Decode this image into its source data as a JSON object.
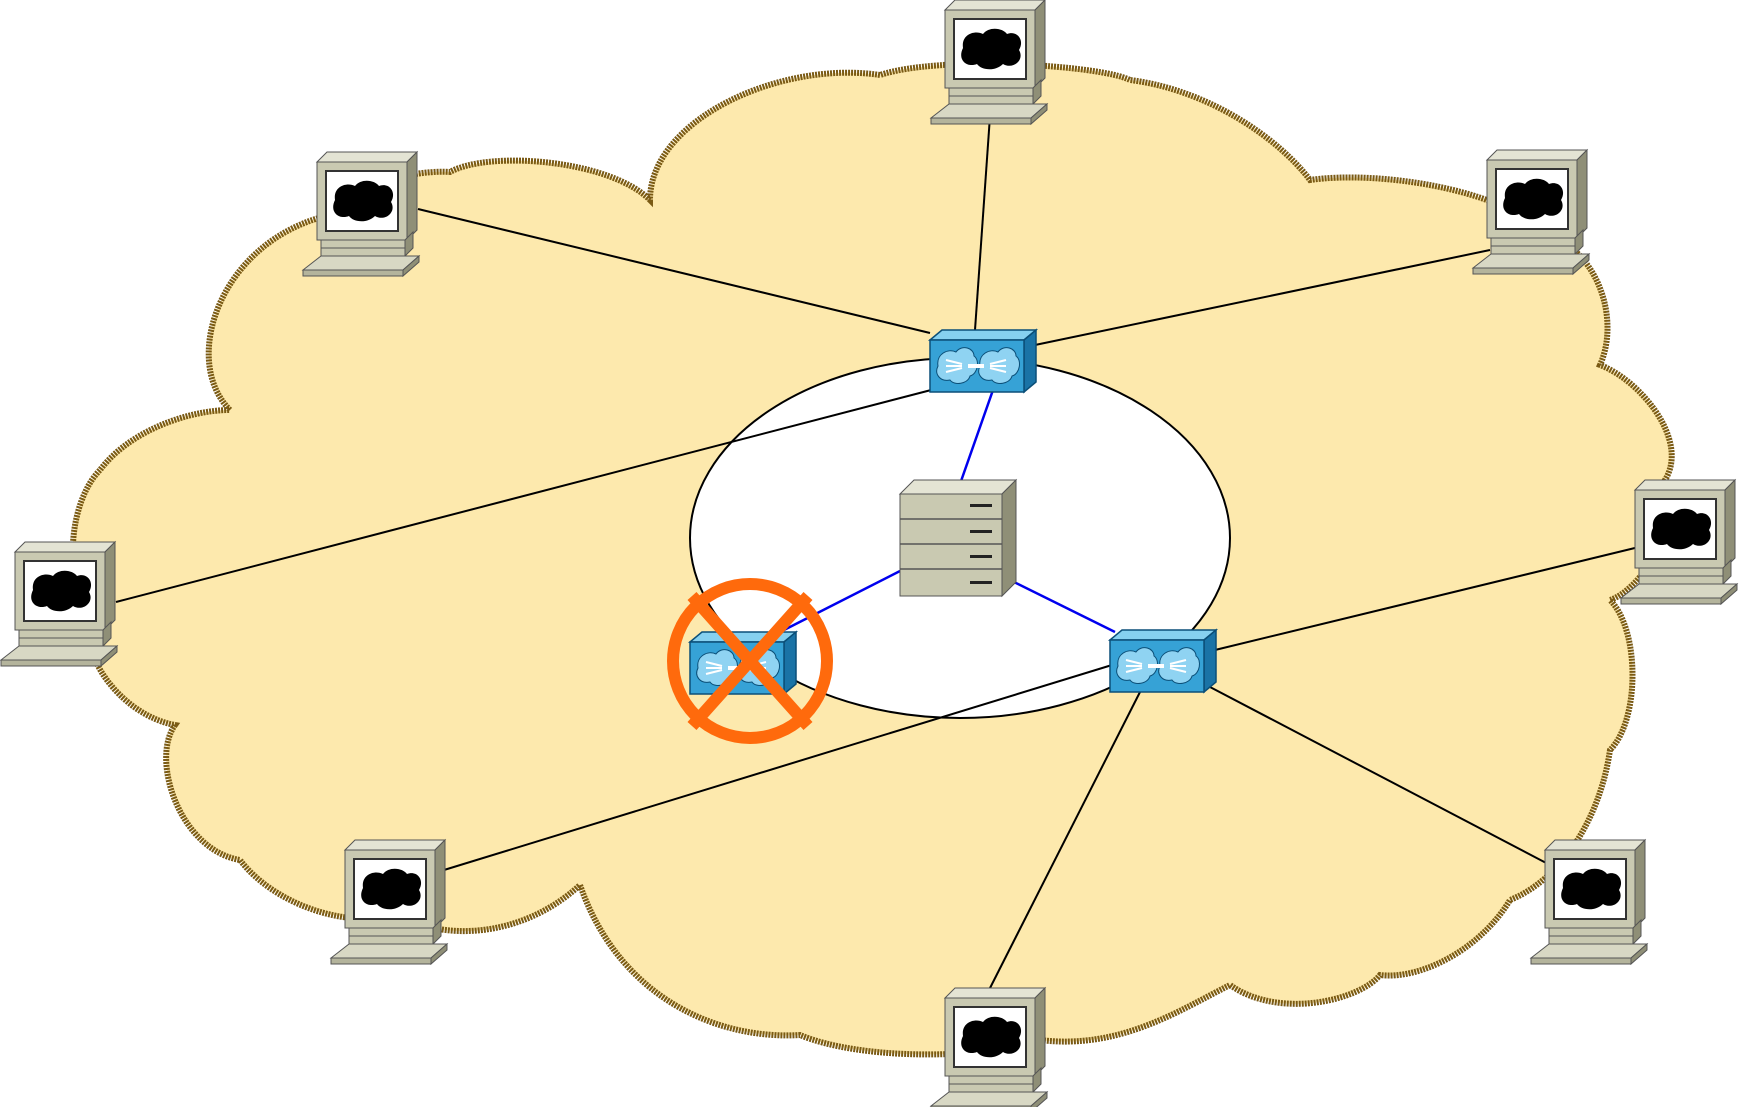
{
  "diagram": {
    "type": "network-topology",
    "colors": {
      "cloud_fill": "#fde9ad",
      "cloud_border": "#7a5a14",
      "ring_fill": "#ffffff",
      "ring_stroke": "#000000",
      "link_black": "#000000",
      "link_blue": "#0000ee",
      "switch_front": "#36a2d6",
      "switch_top": "#86d0ef",
      "switch_side": "#1a73a6",
      "server_body": "#c9c9b1",
      "computer_body": "#c9c9b1",
      "failure_mark": "#ff6a0c"
    },
    "nodes": {
      "switches": [
        {
          "id": "switch-top",
          "failed": false
        },
        {
          "id": "switch-left",
          "failed": true
        },
        {
          "id": "switch-right",
          "failed": false
        }
      ],
      "server": {
        "id": "server"
      },
      "computers": [
        {
          "id": "computer-top"
        },
        {
          "id": "computer-upper-left"
        },
        {
          "id": "computer-upper-right"
        },
        {
          "id": "computer-left"
        },
        {
          "id": "computer-right"
        },
        {
          "id": "computer-lower-left"
        },
        {
          "id": "computer-lower-right"
        },
        {
          "id": "computer-bottom"
        }
      ]
    },
    "links": [
      {
        "from": "switch-top",
        "to": "computer-top",
        "kind": "access"
      },
      {
        "from": "switch-top",
        "to": "computer-upper-left",
        "kind": "access"
      },
      {
        "from": "switch-top",
        "to": "computer-upper-right",
        "kind": "access"
      },
      {
        "from": "switch-top",
        "to": "computer-left",
        "kind": "access"
      },
      {
        "from": "switch-right",
        "to": "computer-right",
        "kind": "access"
      },
      {
        "from": "switch-right",
        "to": "computer-lower-left",
        "kind": "access"
      },
      {
        "from": "switch-right",
        "to": "computer-lower-right",
        "kind": "access"
      },
      {
        "from": "switch-right",
        "to": "computer-bottom",
        "kind": "access"
      },
      {
        "from": "server",
        "to": "switch-top",
        "kind": "core"
      },
      {
        "from": "server",
        "to": "switch-left",
        "kind": "core"
      },
      {
        "from": "server",
        "to": "switch-right",
        "kind": "core"
      }
    ]
  }
}
